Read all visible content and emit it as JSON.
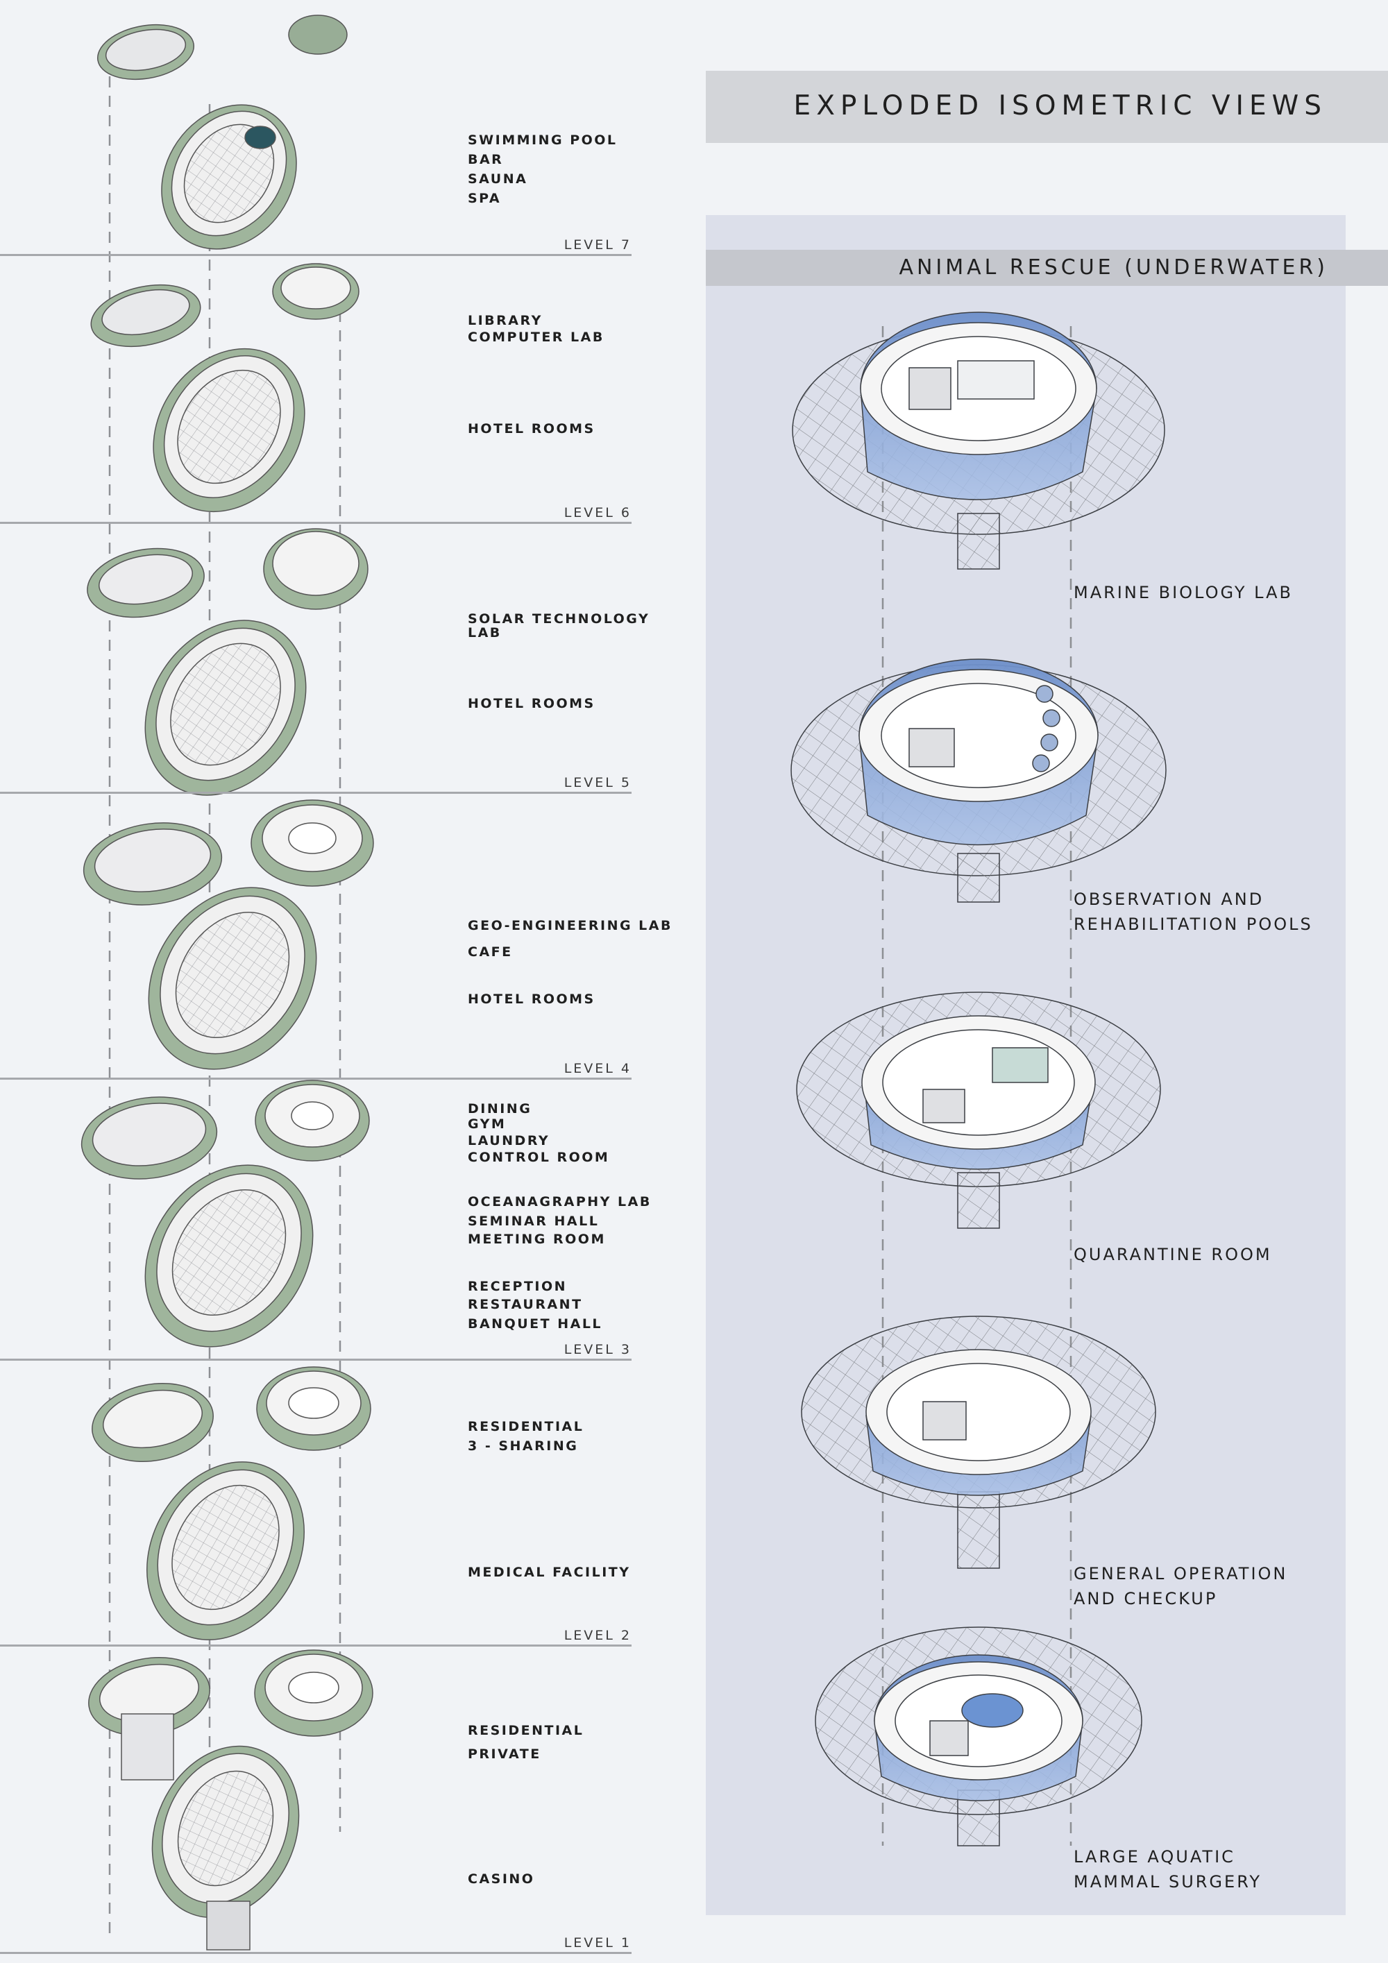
{
  "title": "EXPLODED ISOMETRIC VIEWS",
  "subtitle": "ANIMAL RESCUE (UNDERWATER)",
  "levels": [
    {
      "label": "LEVEL 7",
      "programs": [
        "SWIMMING POOL",
        "BAR",
        "SAUNA",
        "SPA"
      ]
    },
    {
      "label": "LEVEL 6",
      "programs": [
        "LIBRARY",
        "COMPUTER LAB",
        "HOTEL ROOMS"
      ]
    },
    {
      "label": "LEVEL 5",
      "programs": [
        "SOLAR TECHNOLOGY",
        "LAB",
        "HOTEL ROOMS"
      ]
    },
    {
      "label": "LEVEL 4",
      "programs": [
        "GEO-ENGINEERING LAB",
        "CAFE",
        "HOTEL ROOMS"
      ]
    },
    {
      "label": "LEVEL 3",
      "programs": [
        "DINING",
        "GYM",
        "LAUNDRY",
        "CONTROL ROOM",
        "OCEANAGRAPHY LAB",
        "SEMINAR HALL",
        "MEETING ROOM",
        "RECEPTION",
        "RESTAURANT",
        "BANQUET HALL"
      ]
    },
    {
      "label": "LEVEL 2",
      "programs": [
        "RESIDENTIAL",
        "3 - SHARING",
        "MEDICAL FACILITY"
      ]
    },
    {
      "label": "LEVEL 1",
      "programs": [
        "RESIDENTIAL",
        "PRIVATE",
        "CASINO"
      ]
    }
  ],
  "rescue_levels": [
    {
      "lines": [
        "MARINE BIOLOGY LAB"
      ]
    },
    {
      "lines": [
        "OBSERVATION AND",
        "REHABILITATION POOLS"
      ]
    },
    {
      "lines": [
        "QUARANTINE ROOM"
      ]
    },
    {
      "lines": [
        "GENERAL OPERATION",
        "AND CHECKUP"
      ]
    },
    {
      "lines": [
        "LARGE AQUATIC",
        "MAMMAL SURGERY"
      ]
    }
  ],
  "colors": {
    "background": "#f1f3f6",
    "panel": "#dcdfea",
    "title_bar": "#d3d5d9",
    "subtitle_bar": "#c5c7cd",
    "shell_green": "#9fb59c",
    "water_blue": "#7a9bd0",
    "level_line": "#a6a8ac"
  }
}
